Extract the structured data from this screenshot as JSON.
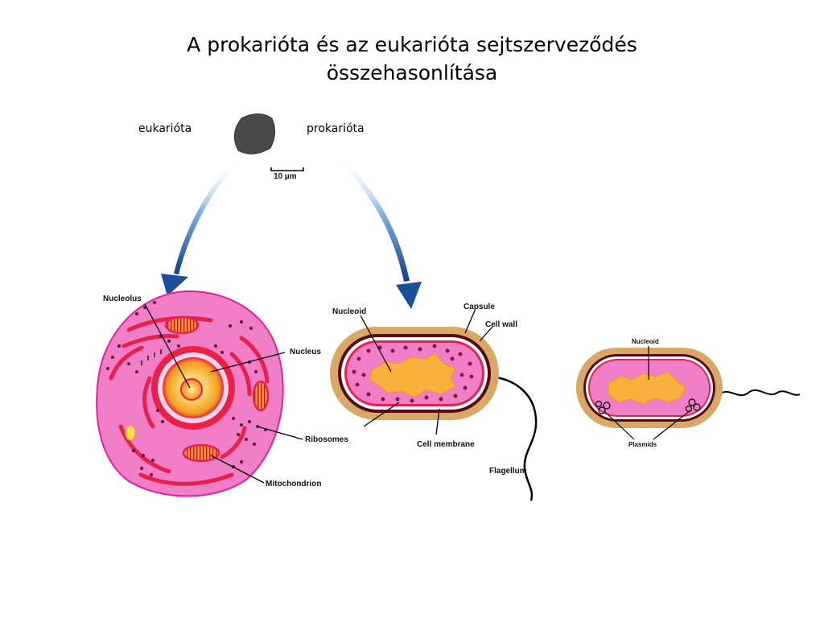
{
  "title": {
    "line1": "A prokarióta és az eukarióta sejtszerveződés",
    "line2": "összehasonlítása"
  },
  "labels": {
    "eukaryote": "eukarióta",
    "prokaryote": "prokarióta",
    "scale": "10 µm"
  },
  "eukaryotic_cell": {
    "nucleolus": "Nucleolus",
    "nucleus": "Nucleus",
    "ribosomes": "Ribosomes",
    "mitochondrion": "Mitochondrion"
  },
  "prokaryotic_cell": {
    "nucleoid": "Nucleoid",
    "capsule": "Capsule",
    "cell_wall": "Cell wall",
    "cell_membrane": "Cell membrane",
    "flagellum": "Flagellum"
  },
  "bacterium_with_plasmids": {
    "nucleoid": "Nucleoid",
    "plasmids": "Plasmids"
  },
  "colors": {
    "cytoplasm": "#f07fc8",
    "organelle_red": "#e8204a",
    "nucleus_orange": "#f7a21a",
    "nucleoid_orange": "#f9b03c",
    "capsule_tan": "#d9a866",
    "arrow_blue": "#1f5fa8",
    "scale_cell": "#4a4a4a"
  }
}
